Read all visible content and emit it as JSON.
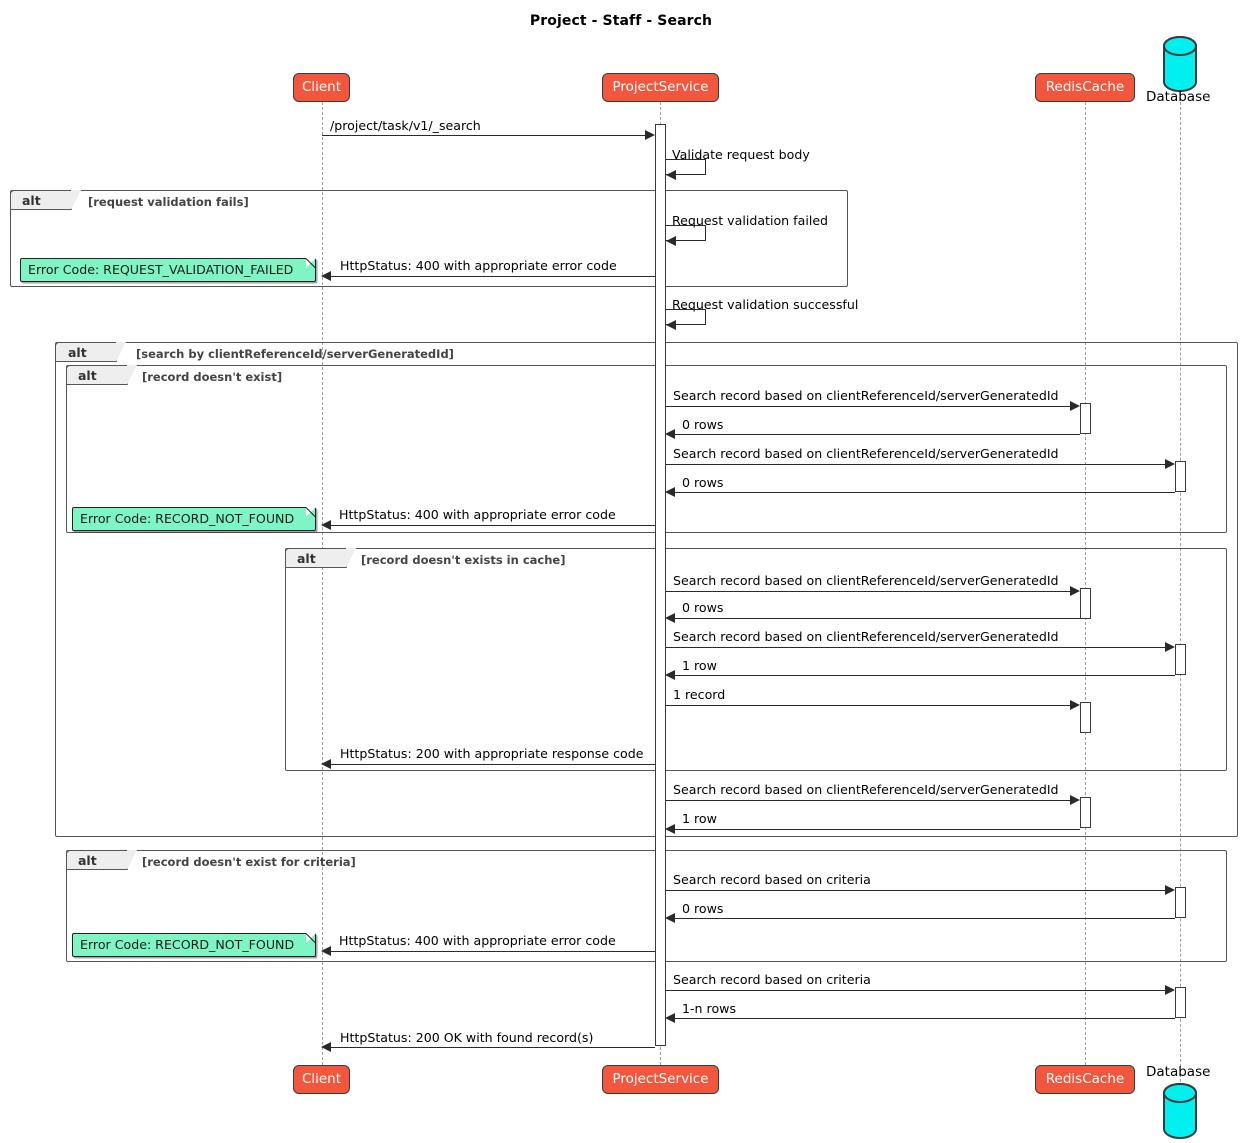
{
  "title": "Project - Staff - Search",
  "participants": [
    {
      "id": "client",
      "label": "Client",
      "type": "box",
      "color": "#F2573D"
    },
    {
      "id": "projectservice",
      "label": "ProjectService",
      "type": "box",
      "color": "#F2573D"
    },
    {
      "id": "rediscache",
      "label": "RedisCache",
      "type": "box",
      "color": "#F2573D"
    },
    {
      "id": "database",
      "label": "Database",
      "type": "database",
      "color": "#00F0F0"
    }
  ],
  "frames": [
    {
      "id": "frame-validation-fails",
      "label": "alt",
      "condition": "[request validation fails]"
    },
    {
      "id": "frame-search-by-id",
      "label": "alt",
      "condition": "[search by clientReferenceId/serverGeneratedId]"
    },
    {
      "id": "frame-record-not-exist",
      "label": "alt",
      "condition": "[record doesn't exist]"
    },
    {
      "id": "frame-record-not-in-cache",
      "label": "alt",
      "condition": "[record doesn't exists in cache]"
    },
    {
      "id": "frame-record-not-exist-criteria",
      "label": "alt",
      "condition": "[record doesn't exist for criteria]"
    }
  ],
  "notes": [
    {
      "id": "note-request-validation-failed",
      "text": "Error Code: REQUEST_VALIDATION_FAILED"
    },
    {
      "id": "note-record-not-found-1",
      "text": "Error Code: RECORD_NOT_FOUND"
    },
    {
      "id": "note-record-not-found-2",
      "text": "Error Code: RECORD_NOT_FOUND"
    }
  ],
  "messages": [
    {
      "id": "m1",
      "from": "client",
      "to": "projectservice",
      "text": "/project/task/v1/_search",
      "dir": "right"
    },
    {
      "id": "m2",
      "from": "projectservice",
      "to": "projectservice",
      "text": "Validate request body",
      "dir": "self"
    },
    {
      "id": "m3",
      "from": "projectservice",
      "to": "projectservice",
      "text": "Request validation failed",
      "dir": "self"
    },
    {
      "id": "m4",
      "from": "projectservice",
      "to": "client",
      "text": "HttpStatus: 400 with appropriate error code",
      "dir": "left"
    },
    {
      "id": "m5",
      "from": "projectservice",
      "to": "projectservice",
      "text": "Request validation successful",
      "dir": "self"
    },
    {
      "id": "m6",
      "from": "projectservice",
      "to": "rediscache",
      "text": "Search record based on clientReferenceId/serverGeneratedId",
      "dir": "right"
    },
    {
      "id": "m7",
      "from": "rediscache",
      "to": "projectservice",
      "text": "0 rows",
      "dir": "left"
    },
    {
      "id": "m8",
      "from": "projectservice",
      "to": "database",
      "text": "Search record based on clientReferenceId/serverGeneratedId",
      "dir": "right"
    },
    {
      "id": "m9",
      "from": "database",
      "to": "projectservice",
      "text": "0 rows",
      "dir": "left"
    },
    {
      "id": "m10",
      "from": "projectservice",
      "to": "client",
      "text": "HttpStatus: 400 with appropriate error code",
      "dir": "left"
    },
    {
      "id": "m11",
      "from": "projectservice",
      "to": "rediscache",
      "text": "Search record based on clientReferenceId/serverGeneratedId",
      "dir": "right"
    },
    {
      "id": "m12",
      "from": "rediscache",
      "to": "projectservice",
      "text": "0 rows",
      "dir": "left"
    },
    {
      "id": "m13",
      "from": "projectservice",
      "to": "database",
      "text": "Search record based on clientReferenceId/serverGeneratedId",
      "dir": "right"
    },
    {
      "id": "m14",
      "from": "database",
      "to": "projectservice",
      "text": "1 row",
      "dir": "left"
    },
    {
      "id": "m15",
      "from": "projectservice",
      "to": "rediscache",
      "text": "1 record",
      "dir": "right"
    },
    {
      "id": "m16",
      "from": "projectservice",
      "to": "client",
      "text": "HttpStatus: 200 with appropriate response code",
      "dir": "left"
    },
    {
      "id": "m17",
      "from": "projectservice",
      "to": "rediscache",
      "text": "Search record based on clientReferenceId/serverGeneratedId",
      "dir": "right"
    },
    {
      "id": "m18",
      "from": "rediscache",
      "to": "projectservice",
      "text": "1 row",
      "dir": "left"
    },
    {
      "id": "m19",
      "from": "projectservice",
      "to": "database",
      "text": "Search record based on criteria",
      "dir": "right"
    },
    {
      "id": "m20",
      "from": "database",
      "to": "projectservice",
      "text": "0 rows",
      "dir": "left"
    },
    {
      "id": "m21",
      "from": "projectservice",
      "to": "client",
      "text": "HttpStatus: 400 with appropriate error code",
      "dir": "left"
    },
    {
      "id": "m22",
      "from": "projectservice",
      "to": "database",
      "text": "Search record based on criteria",
      "dir": "right"
    },
    {
      "id": "m23",
      "from": "database",
      "to": "projectservice",
      "text": "1-n rows",
      "dir": "left"
    },
    {
      "id": "m24",
      "from": "projectservice",
      "to": "client",
      "text": "HttpStatus: 200 OK with found record(s)",
      "dir": "left"
    }
  ]
}
